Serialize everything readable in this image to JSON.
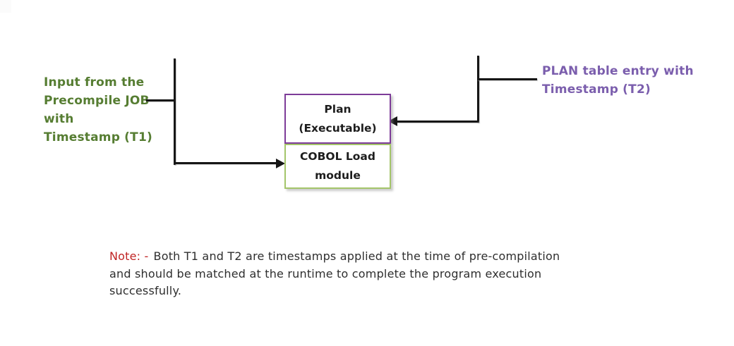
{
  "diagram": {
    "left_label": {
      "lines": [
        "Input from the",
        "Precompile JOB",
        "with",
        "Timestamp (T1)"
      ],
      "color": "#567d32"
    },
    "right_label": {
      "lines": [
        "PLAN table entry with",
        "Timestamp (T2)"
      ],
      "color": "#7b5ead"
    },
    "boxes": [
      {
        "id": "plan",
        "lines": [
          "Plan",
          "(Executable)"
        ],
        "border_color": "#7d3c98"
      },
      {
        "id": "cobol",
        "lines": [
          "COBOL Load",
          "module"
        ],
        "border_color": "#a4c56a"
      }
    ],
    "connector_color": "#161616"
  },
  "note": {
    "prefix": "Note: -",
    "prefix_color": "#c02424",
    "line1": "Both T1 and T2 are timestamps applied at the time of pre-compilation",
    "line2": "and should be matched at the runtime to complete the program execution",
    "line3": "successfully."
  }
}
